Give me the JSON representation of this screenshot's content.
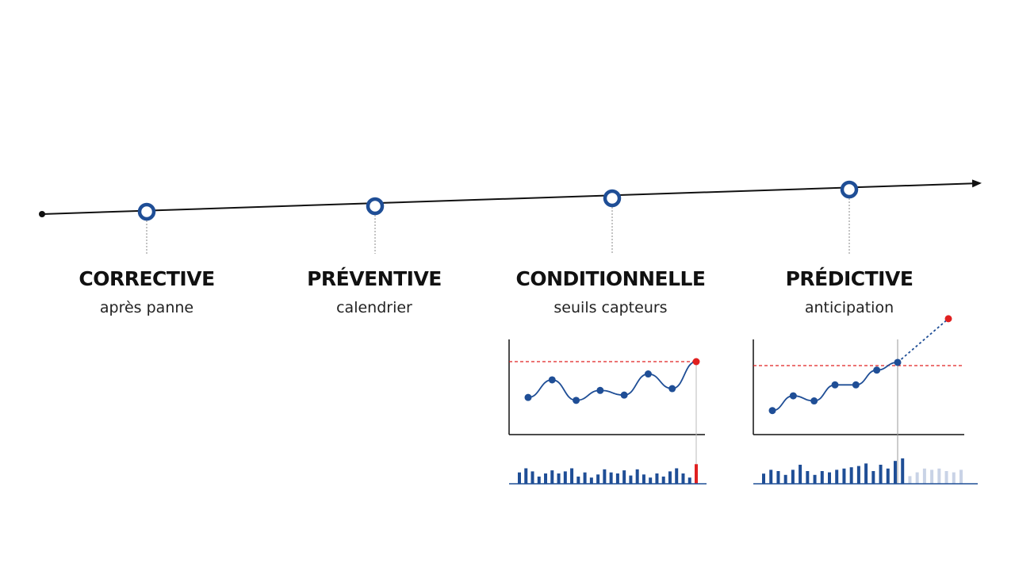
{
  "colors": {
    "axis": "#111111",
    "marker": "#1f4e96",
    "series": "#1f4e96",
    "threshold": "#e02020",
    "alert": "#e02020",
    "faded": "#c9d3e6",
    "connector": "#888888"
  },
  "stages": [
    {
      "title": "CORRECTIVE",
      "subtitle": "après panne"
    },
    {
      "title": "PRÉVENTIVE",
      "subtitle": "calendrier"
    },
    {
      "title": "CONDITIONNELLE",
      "subtitle": "seuils capteurs"
    },
    {
      "title": "PRÉDICTIVE",
      "subtitle": "anticipation"
    }
  ],
  "chart_data": [
    {
      "type": "line",
      "panel": "conditionnelle",
      "x": [
        1,
        2,
        3,
        4,
        5,
        6,
        7,
        8
      ],
      "values": [
        0.39,
        0.69,
        0.34,
        0.51,
        0.43,
        0.79,
        0.54,
        1.0
      ],
      "threshold": 1.0,
      "alert_last_point": true,
      "bars": {
        "type": "bar",
        "values": [
          0.55,
          0.75,
          0.6,
          0.35,
          0.5,
          0.65,
          0.5,
          0.6,
          0.75,
          0.35,
          0.55,
          0.3,
          0.45,
          0.7,
          0.55,
          0.5,
          0.65,
          0.4,
          0.7,
          0.45,
          0.3,
          0.5,
          0.35,
          0.6,
          0.75,
          0.5,
          0.3,
          0.95
        ],
        "alert_last_bar": true
      }
    },
    {
      "type": "line",
      "panel": "predictive",
      "x": [
        1,
        2,
        3,
        4,
        5,
        6,
        7,
        8
      ],
      "values": [
        0.3,
        0.53,
        0.45,
        0.7,
        0.7,
        0.93,
        1.05,
        1.73
      ],
      "projection_from_index": 6,
      "threshold": 1.0,
      "alert_last_point": true,
      "bars": {
        "type": "bar",
        "values": [
          0.4,
          0.55,
          0.5,
          0.35,
          0.55,
          0.75,
          0.5,
          0.35,
          0.5,
          0.45,
          0.55,
          0.6,
          0.65,
          0.7,
          0.8,
          0.5,
          0.75,
          0.6,
          0.9,
          1.0,
          0.3,
          0.45,
          0.6,
          0.55,
          0.6,
          0.5,
          0.45,
          0.55
        ],
        "faded_from_index": 20
      }
    }
  ]
}
